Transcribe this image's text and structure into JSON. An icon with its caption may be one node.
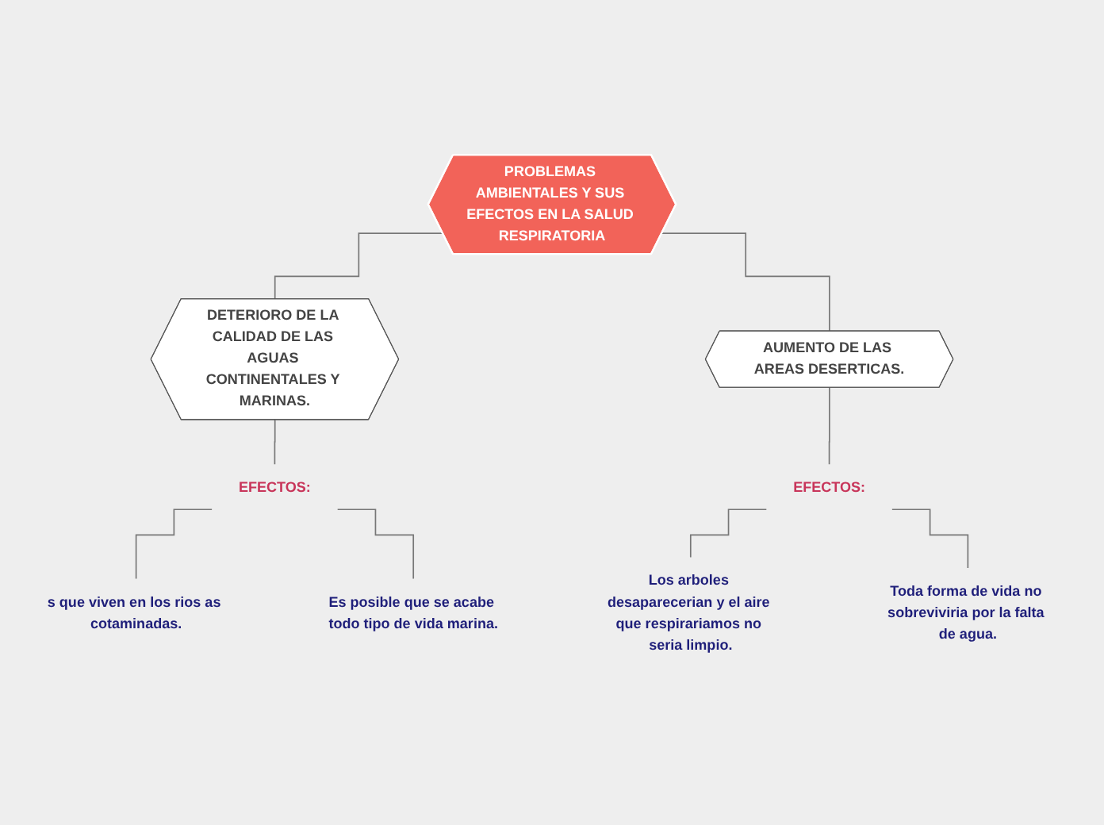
{
  "diagram": {
    "nodes": [
      {
        "text": [
          "PROBLEMAS AMBIENTALES Y SUS EFECTOS EN LA SALUD RESPIRATORIA"
        ]
      },
      {
        "text": [
          "DETERIORO DE LA CALIDAD DE LAS AGUAS CONTINENTALES Y MARINAS."
        ]
      },
      {
        "text": [
          "EFECTOS:"
        ]
      },
      {
        "text": [
          "s que viven en los rios as cotaminadas."
        ]
      },
      {
        "text": [
          "Es posible que se acabe todo tipo de vida marina."
        ]
      },
      {
        "text": [
          "AUMENTO DE LAS AREAS DESERTICAS."
        ]
      },
      {
        "text": [
          "EFECTOS:"
        ]
      },
      {
        "text": [
          "Los arboles desaparecerian y el aire que respirariamos no seria limpio."
        ]
      },
      {
        "text": [
          "Toda forma de vida no sobreviviria por la falta de agua."
        ]
      }
    ],
    "edges": [
      {
        "from": 0,
        "to": 1,
        "arrow": "none"
      },
      {
        "from": 1,
        "to": 2,
        "arrow": "none"
      },
      {
        "from": 2,
        "to": 3,
        "arrow": "none"
      },
      {
        "from": 2,
        "to": 4,
        "arrow": "none"
      },
      {
        "from": 0,
        "to": 5,
        "arrow": "none"
      },
      {
        "from": 5,
        "to": 6,
        "arrow": "none"
      },
      {
        "from": 6,
        "to": 7,
        "arrow": "none"
      },
      {
        "from": 6,
        "to": 8,
        "arrow": "none"
      }
    ]
  }
}
